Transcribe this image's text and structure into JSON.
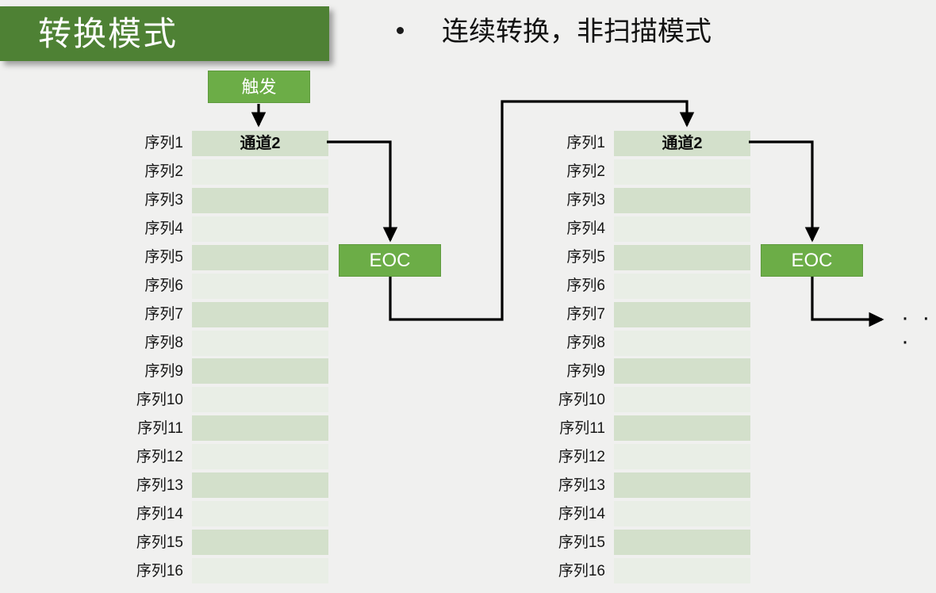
{
  "slide": {
    "background_color": "#f0f0ef",
    "title": "转换模式",
    "title_bar_color": "#4e8134",
    "bullet_text": "连续转换，非扫描模式"
  },
  "palette": {
    "title_green": "#4e8134",
    "accent_green": "#6cad47",
    "row_dark_green": "#d3e0cb",
    "row_light_green": "#e9eee6",
    "connector_black": "#000000",
    "text_dark": "#111111",
    "text_white": "#ffffff"
  },
  "trigger": {
    "label": "触发"
  },
  "eoc": {
    "left_label": "EOC",
    "right_label": "EOC"
  },
  "ellipsis": {
    "text": "· · ·"
  },
  "tables": [
    {
      "id": "conversion-cycle-1",
      "header_cell": "通道2",
      "rows": [
        {
          "label": "序列1",
          "cell": "通道2",
          "shade": "dark"
        },
        {
          "label": "序列2",
          "cell": "",
          "shade": "light"
        },
        {
          "label": "序列3",
          "cell": "",
          "shade": "dark"
        },
        {
          "label": "序列4",
          "cell": "",
          "shade": "light"
        },
        {
          "label": "序列5",
          "cell": "",
          "shade": "dark"
        },
        {
          "label": "序列6",
          "cell": "",
          "shade": "light"
        },
        {
          "label": "序列7",
          "cell": "",
          "shade": "dark"
        },
        {
          "label": "序列8",
          "cell": "",
          "shade": "light"
        },
        {
          "label": "序列9",
          "cell": "",
          "shade": "dark"
        },
        {
          "label": "序列10",
          "cell": "",
          "shade": "light"
        },
        {
          "label": "序列11",
          "cell": "",
          "shade": "dark"
        },
        {
          "label": "序列12",
          "cell": "",
          "shade": "light"
        },
        {
          "label": "序列13",
          "cell": "",
          "shade": "dark"
        },
        {
          "label": "序列14",
          "cell": "",
          "shade": "light"
        },
        {
          "label": "序列15",
          "cell": "",
          "shade": "dark"
        },
        {
          "label": "序列16",
          "cell": "",
          "shade": "light"
        }
      ]
    },
    {
      "id": "conversion-cycle-2",
      "header_cell": "通道2",
      "rows": [
        {
          "label": "序列1",
          "cell": "通道2",
          "shade": "dark"
        },
        {
          "label": "序列2",
          "cell": "",
          "shade": "light"
        },
        {
          "label": "序列3",
          "cell": "",
          "shade": "dark"
        },
        {
          "label": "序列4",
          "cell": "",
          "shade": "light"
        },
        {
          "label": "序列5",
          "cell": "",
          "shade": "dark"
        },
        {
          "label": "序列6",
          "cell": "",
          "shade": "light"
        },
        {
          "label": "序列7",
          "cell": "",
          "shade": "dark"
        },
        {
          "label": "序列8",
          "cell": "",
          "shade": "light"
        },
        {
          "label": "序列9",
          "cell": "",
          "shade": "dark"
        },
        {
          "label": "序列10",
          "cell": "",
          "shade": "light"
        },
        {
          "label": "序列11",
          "cell": "",
          "shade": "dark"
        },
        {
          "label": "序列12",
          "cell": "",
          "shade": "light"
        },
        {
          "label": "序列13",
          "cell": "",
          "shade": "dark"
        },
        {
          "label": "序列14",
          "cell": "",
          "shade": "light"
        },
        {
          "label": "序列15",
          "cell": "",
          "shade": "dark"
        },
        {
          "label": "序列16",
          "cell": "",
          "shade": "light"
        }
      ]
    }
  ]
}
